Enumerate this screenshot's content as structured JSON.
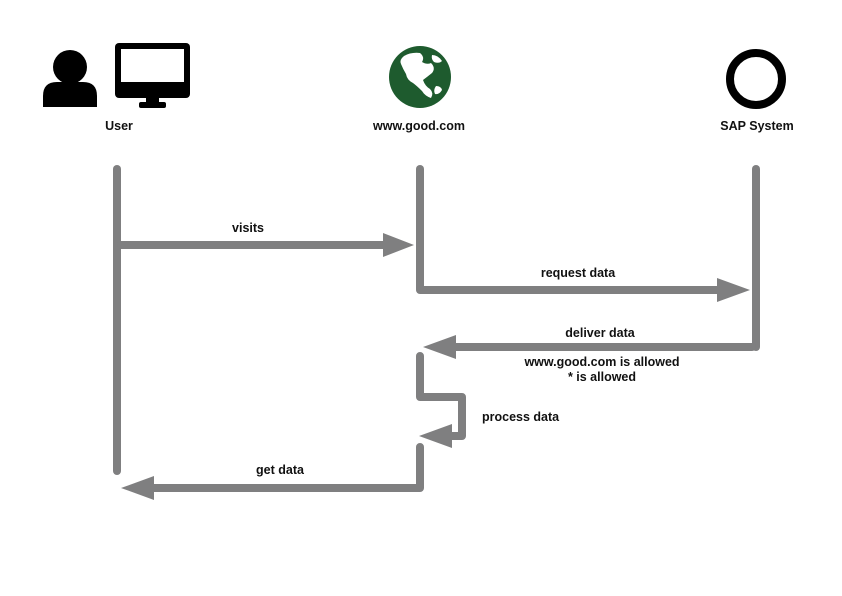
{
  "actors": [
    {
      "id": "user",
      "label": "User",
      "icons": [
        "user-icon",
        "monitor-icon"
      ]
    },
    {
      "id": "site",
      "label": "www.good.com",
      "icons": [
        "globe-icon"
      ]
    },
    {
      "id": "sap",
      "label": "SAP System",
      "icons": [
        "ring-icon"
      ]
    }
  ],
  "messages": {
    "visits": "visits",
    "request_data": "request data",
    "deliver_data": "deliver data",
    "allowed_line1": "www.good.com is allowed",
    "allowed_line2": "* is allowed",
    "process_data": "process data",
    "get_data": "get data"
  },
  "colors": {
    "line": "#7f7f80",
    "icon": "#000000",
    "globe": "#1e5b2e",
    "text": "#111111"
  }
}
